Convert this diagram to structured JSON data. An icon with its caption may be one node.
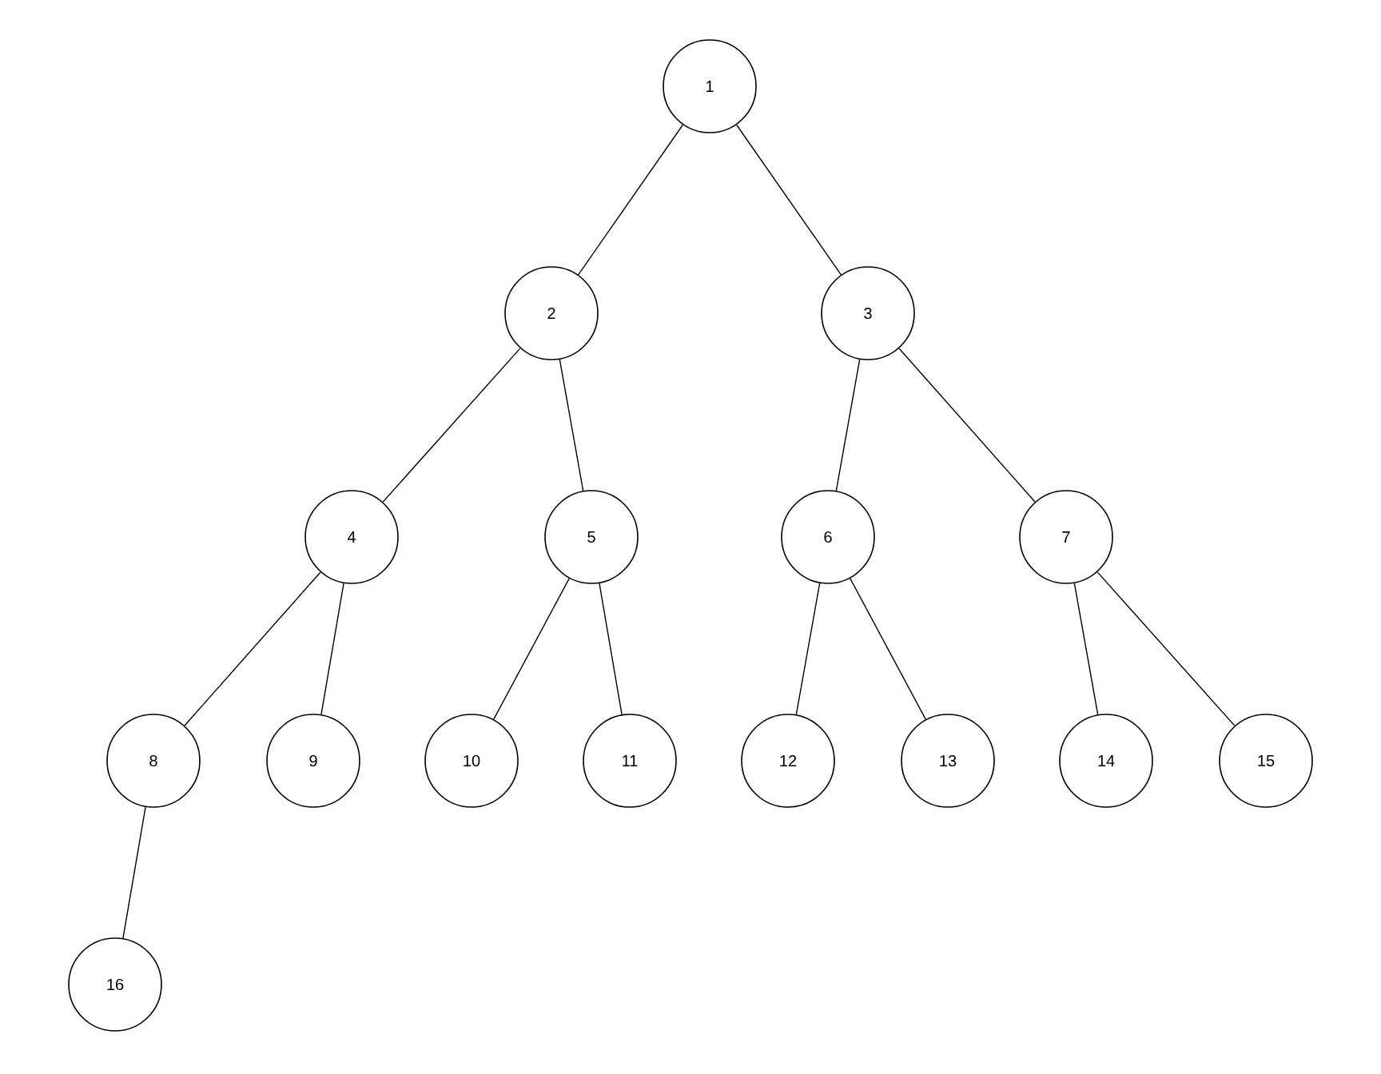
{
  "diagram": {
    "nodes": [
      {
        "text": [
          "1"
        ]
      },
      {
        "text": [
          "2"
        ]
      },
      {
        "text": [
          "3"
        ]
      },
      {
        "text": [
          "4"
        ]
      },
      {
        "text": [
          "5"
        ]
      },
      {
        "text": [
          "6"
        ]
      },
      {
        "text": [
          "7"
        ]
      },
      {
        "text": [
          "8"
        ]
      },
      {
        "text": [
          "9"
        ]
      },
      {
        "text": [
          "10"
        ]
      },
      {
        "text": [
          "11"
        ]
      },
      {
        "text": [
          "12"
        ]
      },
      {
        "text": [
          "13"
        ]
      },
      {
        "text": [
          "14"
        ]
      },
      {
        "text": [
          "15"
        ]
      },
      {
        "text": [
          "16"
        ]
      }
    ],
    "edges": [
      {
        "from": 0,
        "to": 1,
        "arrow": "none"
      },
      {
        "from": 0,
        "to": 2,
        "arrow": "none"
      },
      {
        "from": 1,
        "to": 3,
        "arrow": "none"
      },
      {
        "from": 1,
        "to": 4,
        "arrow": "none"
      },
      {
        "from": 2,
        "to": 5,
        "arrow": "none"
      },
      {
        "from": 2,
        "to": 6,
        "arrow": "none"
      },
      {
        "from": 3,
        "to": 7,
        "arrow": "none"
      },
      {
        "from": 3,
        "to": 8,
        "arrow": "none"
      },
      {
        "from": 7,
        "to": 15,
        "arrow": "none"
      },
      {
        "from": 4,
        "to": 9,
        "arrow": "none"
      },
      {
        "from": 4,
        "to": 10,
        "arrow": "none"
      },
      {
        "from": 5,
        "to": 11,
        "arrow": "none"
      },
      {
        "from": 5,
        "to": 12,
        "arrow": "none"
      },
      {
        "from": 6,
        "to": 13,
        "arrow": "none"
      },
      {
        "from": 6,
        "to": 14,
        "arrow": "none"
      }
    ]
  }
}
